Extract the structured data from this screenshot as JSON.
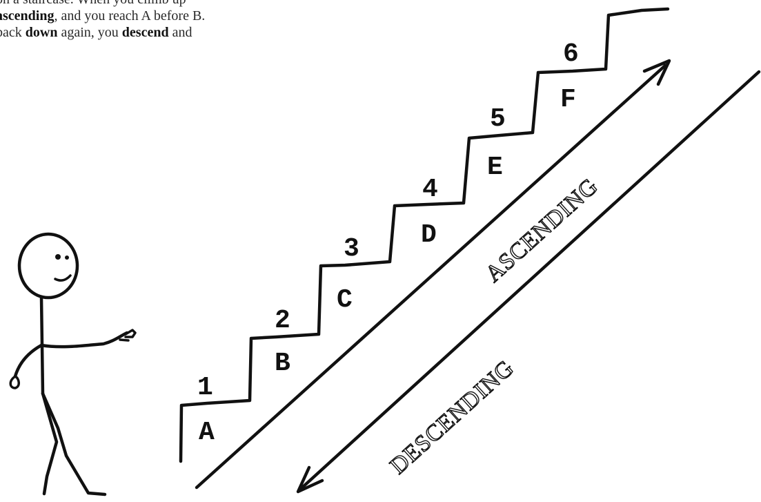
{
  "intro": {
    "line1": "on a staircase. When you climb up",
    "line2a": "ascending",
    "line2b": ", and you reach A before B.",
    "line3a": "back ",
    "line3b": "down",
    "line3c": " again, you ",
    "line3d": "descend",
    "line3e": " and"
  },
  "steps": {
    "numbers": [
      "1",
      "2",
      "3",
      "4",
      "5",
      "6"
    ],
    "letters": [
      "A",
      "B",
      "C",
      "D",
      "E",
      "F"
    ]
  },
  "arrows": {
    "up_label": "ASCENDING",
    "down_label": "DESCENDING"
  },
  "icons": {
    "figure": "stick-figure-icon",
    "up_arrow": "arrow-up-right-icon",
    "down_arrow": "arrow-down-left-icon"
  }
}
